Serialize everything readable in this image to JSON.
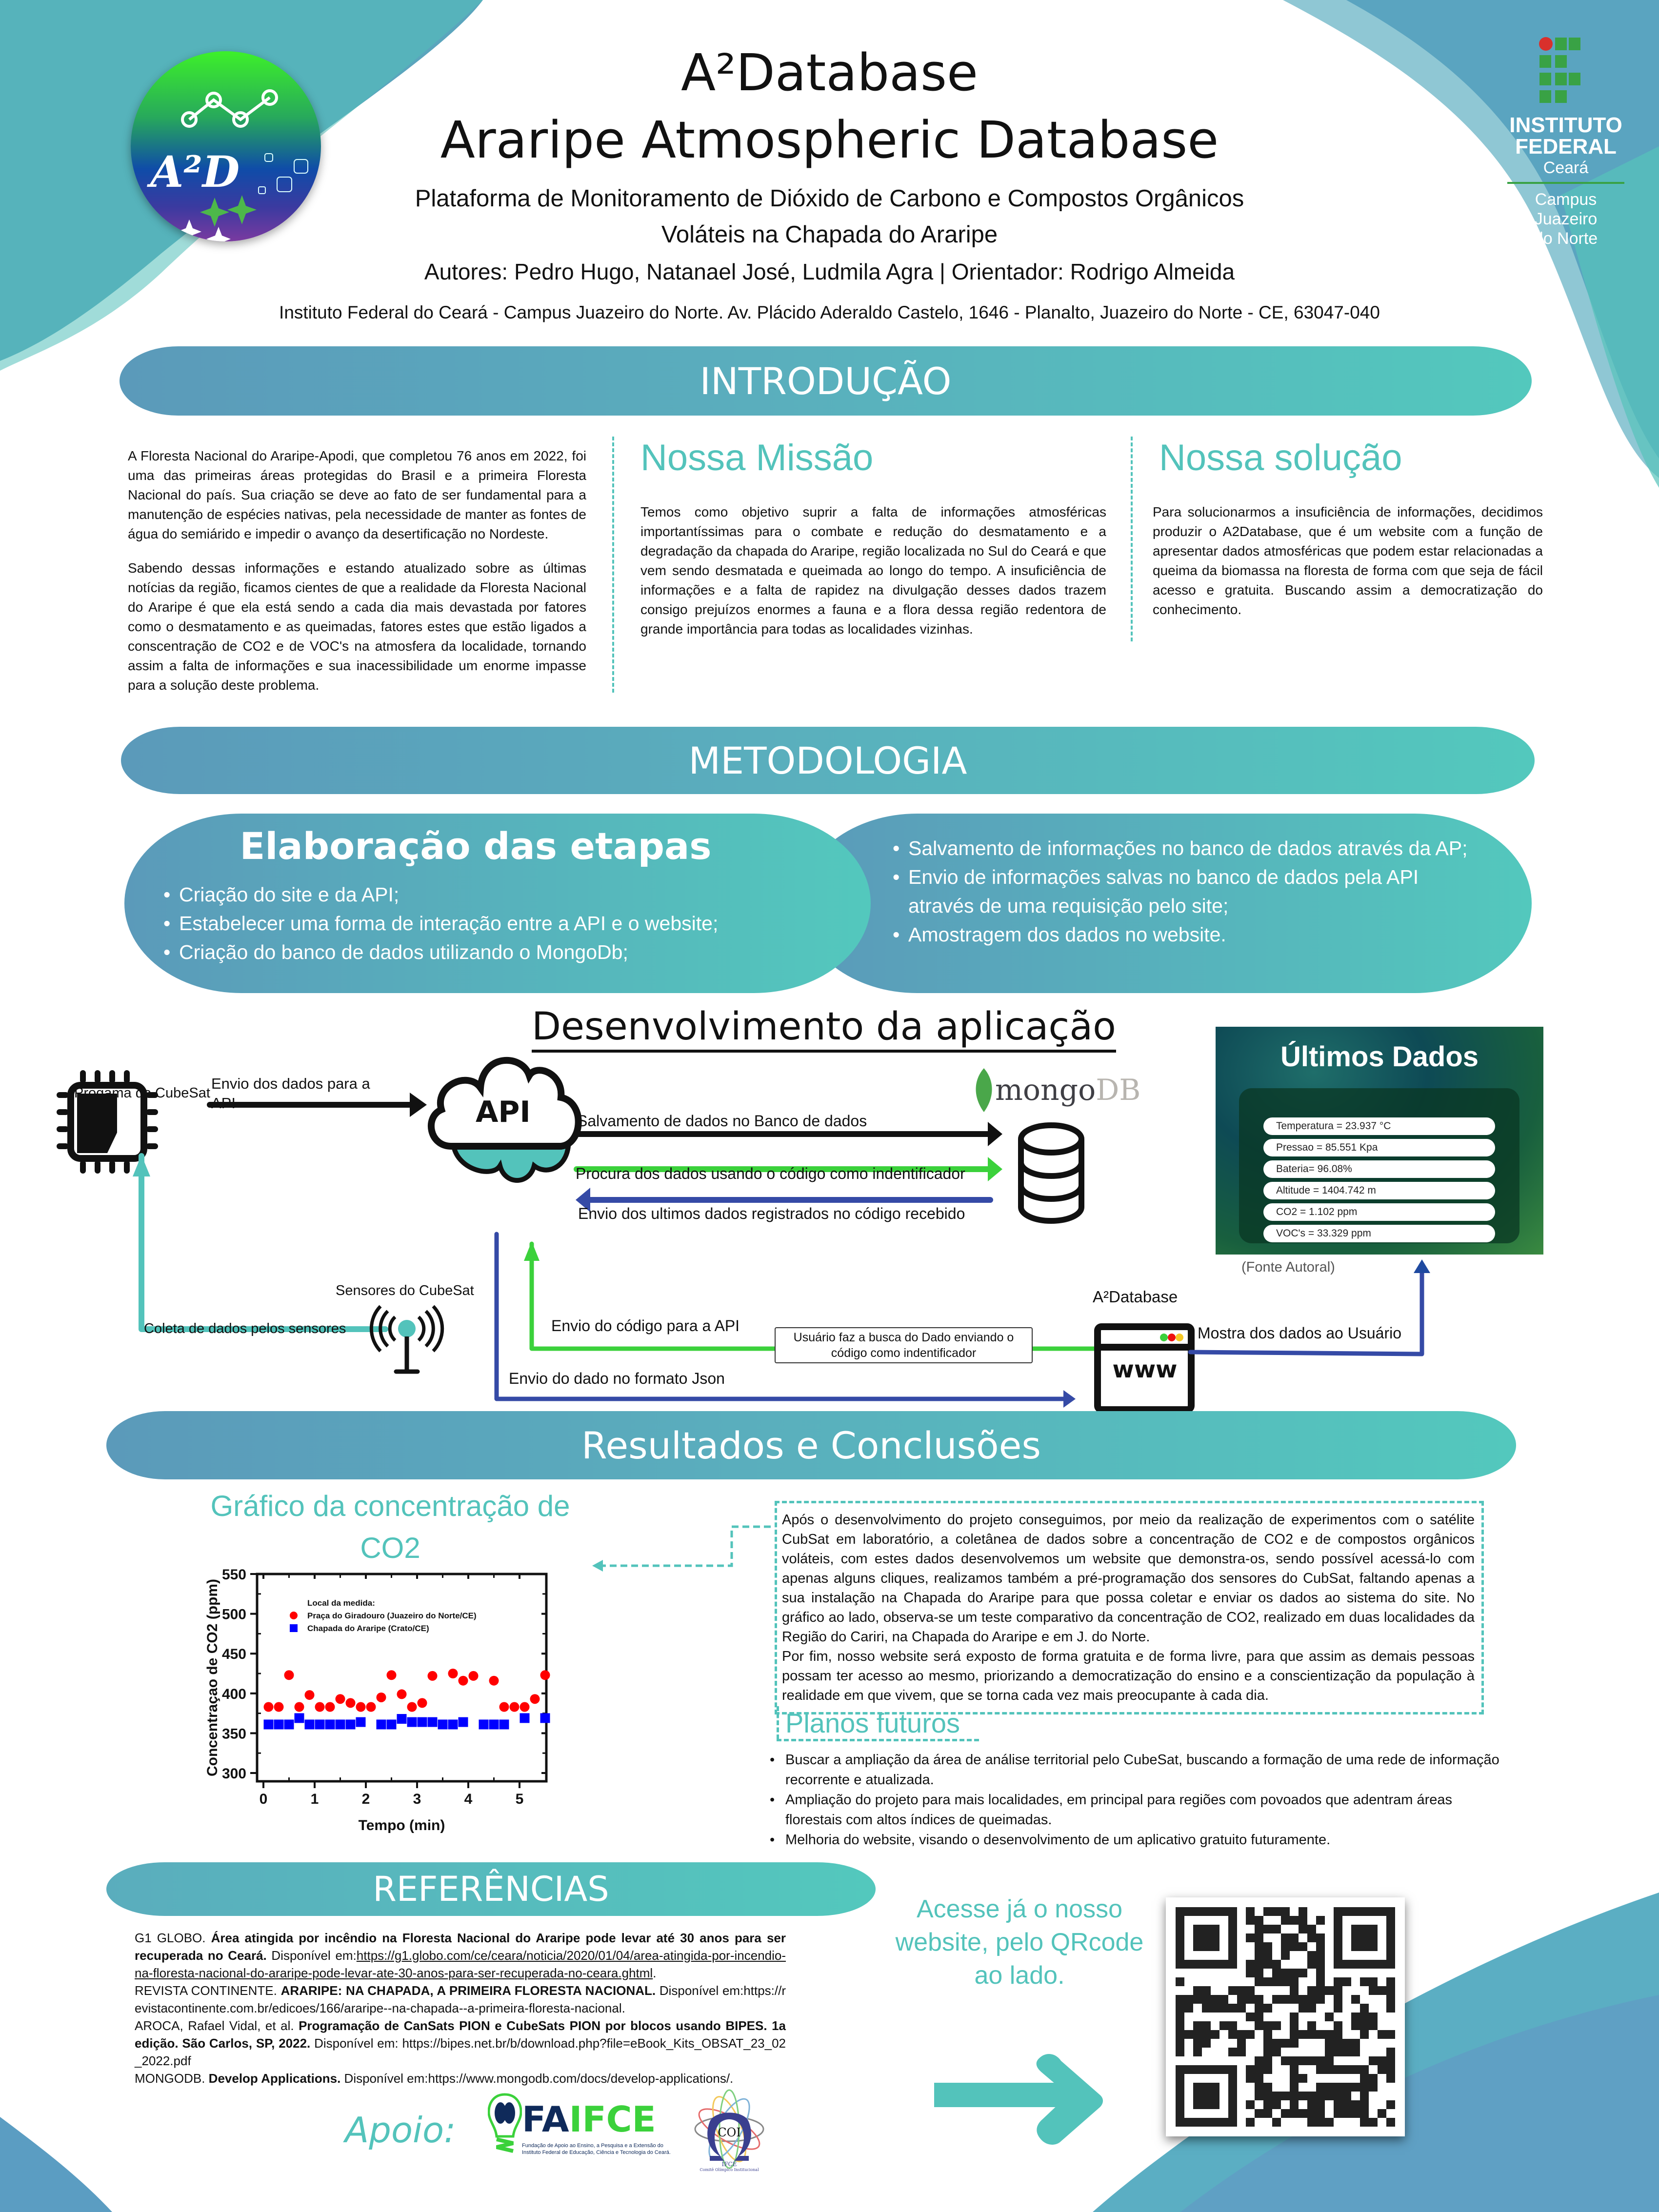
{
  "header": {
    "title_line1": "A²Database",
    "title_line2": "Araripe Atmospheric Database",
    "subtitle_line1": "Plataforma de Monitoramento de Dióxido de Carbono e Compostos Orgânicos",
    "subtitle_line2": "Voláteis na Chapada do Araripe",
    "authors": "Autores: Pedro Hugo, Natanael José, Ludmila Agra  | Orientador: Rodrigo Almeida",
    "address": "Instituto Federal do Ceará - Campus Juazeiro do Norte. Av. Plácido Aderaldo Castelo, 1646 - Planalto, Juazeiro do Norte - CE, 63047-040",
    "logo_text": "A²D",
    "ifce": {
      "line1": "INSTITUTO",
      "line2": "FEDERAL",
      "line3": "Ceará",
      "campus1": "Campus",
      "campus2": "Juazeiro",
      "campus3": "do Norte"
    }
  },
  "colors": {
    "teal": "#53c3bb",
    "bar_start": "#5b9aba",
    "bar_end": "#53c8bd",
    "green": "#3bd13b",
    "navy": "#354aa6",
    "red": "#ff0000",
    "blue": "#0000ff"
  },
  "intro": {
    "heading": "INTRODUÇÃO",
    "para1": "A Floresta Nacional do Araripe-Apodi, que completou 76 anos em 2022, foi uma das primeiras áreas protegidas do Brasil e a primeira Floresta Nacional do país. Sua criação se deve ao fato de ser fundamental para a manutenção de espécies nativas, pela necessidade de manter as fontes de água do semiárido e impedir o avanço da desertificação no Nordeste.",
    "para2": "Sabendo dessas informações e estando atualizado sobre as últimas notícias da região, ficamos cientes de que a realidade da Floresta Nacional do Araripe é que ela está sendo a cada dia mais devastada por fatores como o desmatamento e as queimadas, fatores estes que estão ligados a conscentração de CO2 e de VOC's na atmosfera da localidade, tornando assim a falta de informações e sua inacessibilidade um enorme impasse para a solução deste problema.",
    "mission_title": "Nossa Missão",
    "mission_text": "Temos como objetivo suprir a falta de informações atmosféricas importantíssimas para o combate e redução do desmatamento e a degradação da chapada do Araripe, região localizada no Sul do Ceará e que vem sendo desmatada e queimada ao longo do tempo. A insuficiência de informações e a falta de rapidez na divulgação desses dados trazem consigo prejuízos enormes a fauna e a flora dessa região redentora de grande importância para todas as localidades vizinhas.",
    "solution_title": "Nossa solução",
    "solution_text": "Para solucionarmos a insuficiência de informações, decidimos produzir o A2Database, que é um website com a função de apresentar dados atmosféricas que podem estar relacionadas a queima da biomassa na floresta de forma com que seja de fácil acesso e gratuita. Buscando assim a democratização do conhecimento."
  },
  "method": {
    "heading": "METODOLOGIA",
    "left_title": "Elaboração das etapas",
    "left_items": [
      "Criação do site e da API;",
      "Estabelecer uma forma de interação entre a API e o website;",
      "Criação do banco de dados utilizando o  MongoDb;"
    ],
    "right_items": [
      " Salvamento de informações no banco de dados através da AP;",
      "Envio de informações salvas no banco de dados pela API através de uma requisição pelo site;",
      "Amostragem dos dados no website."
    ]
  },
  "diagram": {
    "title": "Desenvolvimento da aplicação",
    "cubesat_program": "Progama do CubeSat",
    "send_to_api": "Envio dos dados para a API",
    "api_label": "API",
    "save_db": "Salvamento de dados no Banco de dados",
    "search_db": "Procura dos dados usando o código como indentificador",
    "send_last": "Envio dos ultimos dados registrados no código recebido",
    "mongodb_a": "mongo",
    "mongodb_b": "DB",
    "sensors": "Sensores do CubeSat",
    "collect": "Coleta de dados pelos sensores",
    "send_code": "Envio do código para a API",
    "user_search": "Usuário faz a busca do Dado enviando o código como indentificador",
    "send_json": "Envio do dado no formato Json",
    "site_name": "A²Database",
    "www": "www",
    "show_user": "Mostra dos dados ao Usuário",
    "source": "(Fonte Autoral)",
    "panel": {
      "title": "Últimos Dados",
      "rows": [
        "Temperatura = 23.937 °C",
        "Pressao = 85.551 Kpa",
        "Bateria= 96.08%",
        "Altitude = 1404.742 m",
        "CO2 = 1.102 ppm",
        "VOC's = 33.329 ppm"
      ]
    }
  },
  "results": {
    "heading": "Resultados e Conclusões",
    "chart_title": "Gráfico da concentração de CO2",
    "text1": "Após o desenvolvimento do projeto conseguimos, por meio da realização de experimentos com o satélite CubSat em laboratório, a coletânea de dados sobre a concentração de CO2 e de compostos orgânicos voláteis, com estes dados desenvolvemos um website que demonstra-os, sendo possível acessá-lo com apenas alguns cliques, realizamos também a pré-programação dos sensores do CubSat, faltando apenas a sua instalação na Chapada do Araripe para que possa coletar e enviar os dados ao sistema do site. No gráfico ao lado, observa-se um teste comparativo da concentração de CO2,  realizado em duas localidades da Região do Cariri, na Chapada do Araripe e em J. do Norte.",
    "text2": "Por fim, nosso website será exposto de forma gratuita e de forma livre, para que assim as demais pessoas possam ter acesso ao mesmo, priorizando a democratização do ensino e a conscientização da população à realidade em que vivem, que se torna cada vez mais preocupante à cada dia.",
    "future_title": "Planos futuros",
    "future_items": [
      "Buscar a ampliação da área de análise territorial pelo CubeSat, buscando a formação de uma rede de informação recorrente e atualizada.",
      "Ampliação do projeto para mais localidades, em principal para regiões com povoados que adentram áreas florestais com altos índices de queimadas.",
      "Melhoria do website, visando o desenvolvimento de um aplicativo gratuito futuramente."
    ]
  },
  "chart_data": {
    "type": "scatter",
    "title": "Gráfico da concentração de CO2",
    "xlabel": "Tempo (min)",
    "ylabel": "Concentraçao de CO2 (ppm)",
    "xlim": [
      -0.05,
      5.55
    ],
    "ylim": [
      290,
      550
    ],
    "xticks": [
      0,
      1,
      2,
      3,
      4,
      5
    ],
    "yticks": [
      300,
      350,
      400,
      450,
      500,
      550
    ],
    "legend_title": "Local da medida:",
    "legend_position": "top-left",
    "grid": false,
    "series": [
      {
        "name": "Praça do Giradouro (Juazeiro do Norte/CE)",
        "marker": "circle",
        "color": "#ff0000",
        "x": [
          0.1,
          0.3,
          0.5,
          0.7,
          0.9,
          1.1,
          1.3,
          1.5,
          1.7,
          1.9,
          2.1,
          2.3,
          2.5,
          2.7,
          2.9,
          3.1,
          3.3,
          3.7,
          3.9,
          4.1,
          4.5,
          4.7,
          4.9,
          5.1,
          5.3,
          5.5
        ],
        "y": [
          383,
          383,
          423,
          383,
          398,
          383,
          383,
          393,
          388,
          383,
          383,
          395,
          423,
          399,
          383,
          388,
          422,
          425,
          416,
          422,
          416,
          383,
          383,
          383,
          393,
          423
        ]
      },
      {
        "name": "Chapada do Araripe (Crato/CE)",
        "marker": "square",
        "color": "#0000ff",
        "x": [
          0.1,
          0.3,
          0.5,
          0.7,
          0.9,
          1.1,
          1.3,
          1.5,
          1.7,
          1.9,
          2.3,
          2.5,
          2.7,
          2.9,
          3.1,
          3.3,
          3.5,
          3.7,
          3.9,
          4.3,
          4.5,
          4.7,
          5.1,
          5.5
        ],
        "y": [
          361,
          361,
          361,
          369,
          361,
          361,
          361,
          361,
          361,
          364,
          361,
          361,
          368,
          364,
          364,
          364,
          361,
          361,
          364,
          361,
          361,
          361,
          369,
          369
        ]
      }
    ]
  },
  "references": {
    "heading": "REFERÊNCIAS",
    "r1_a": "G1 GLOBO. ",
    "r1_b": "Área atingida por incêndio na Floresta Nacional do Araripe pode levar até 30 anos para ser recuperada no Ceará.",
    "r1_c": " Disponível em:",
    "r1_url": "https://g1.globo.com/ce/ceara/noticia/2020/01/04/area-atingida-por-incendio-na-floresta-nacional-do-araripe-pode-levar-ate-30-anos-para-ser-recuperada-no-ceara.ghtml",
    "r2_a": "REVISTA CONTINENTE. ",
    "r2_b": "ARARIPE: NA CHAPADA, A PRIMEIRA FLORESTA NACIONAL.",
    "r2_c": " Disponível em:https://revistacontinente.com.br/edicoes/166/araripe--na-chapada--a-primeira-floresta-nacional.",
    "r3_a": "AROCA, Rafael Vidal, et al. ",
    "r3_b": "Programação de CanSats PION e CubeSats PION por blocos usando BIPES. 1a edição. São Carlos, SP, 2022.",
    "r3_c": " Disponível em: https://bipes.net.br/b/download.php?file=eBook_Kits_OBSAT_23_02_2022.pdf",
    "r4_a": "MONGODB. ",
    "r4_b": "Develop Applications.",
    "r4_c": " Disponível em:https://www.mongodb.com/docs/develop-applications/."
  },
  "access": {
    "text": "Acesse já o nosso website, pelo QRcode ao lado."
  },
  "support": {
    "label": "Apoio:",
    "faifce_a": "FA",
    "faifce_b": "IFCE",
    "faifce_sub1": "Fundação de Apoio ao Ensino, a Pesquisa e a Extensão do",
    "faifce_sub2": "Instituto Federal de Educação, Ciência e Tecnologia do Ceará.",
    "coi": "COI",
    "coi_sub1": "IFCE",
    "coi_sub2": "Comitê Olímpico Institucional"
  }
}
